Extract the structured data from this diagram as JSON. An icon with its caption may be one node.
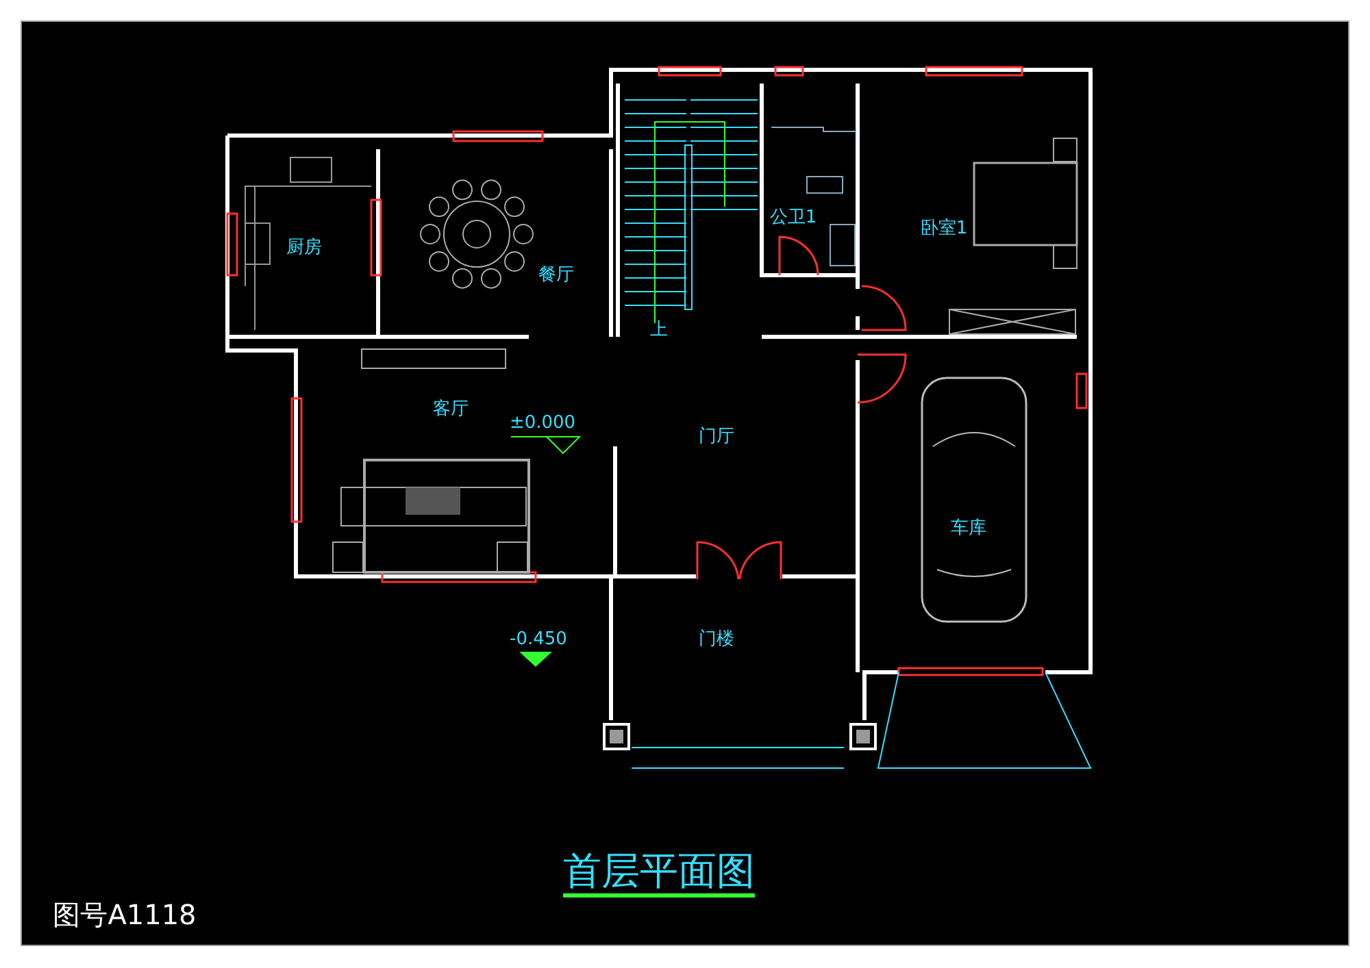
{
  "diagram": {
    "title": "首层平面图",
    "labels": [
      "厨房",
      "餐厅",
      "上",
      "公卫1",
      "卧室1",
      "客厅",
      "±0.000",
      "门厅",
      "车库",
      "-0.450",
      "门楼",
      "图号A1118"
    ]
  }
}
